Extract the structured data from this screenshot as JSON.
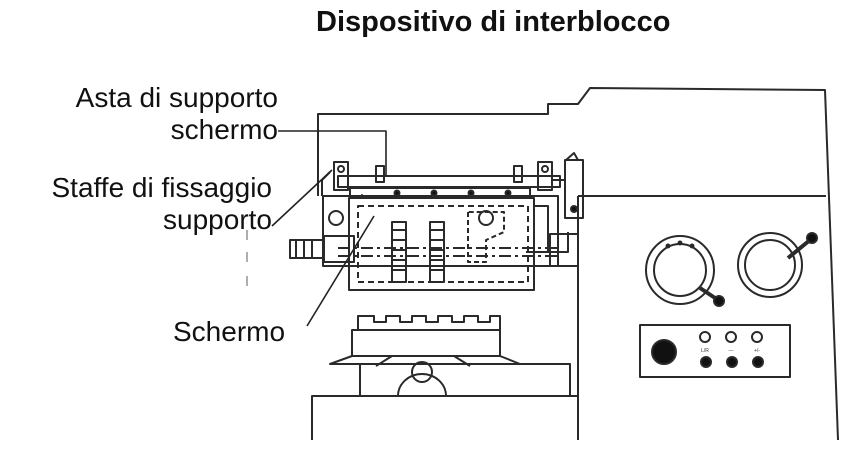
{
  "title": "Dispositivo di interblocco",
  "labels": {
    "asta": [
      "Asta di supporto",
      "schermo"
    ],
    "staffe": [
      "Staffe di fissaggio",
      "supporto"
    ],
    "schermo": "Schermo"
  },
  "panel_markings": [
    "L/R",
    "—",
    "+/-"
  ],
  "colors": {
    "line": "#2a2a2a",
    "fill_dark": "#111111",
    "background": "#ffffff"
  }
}
